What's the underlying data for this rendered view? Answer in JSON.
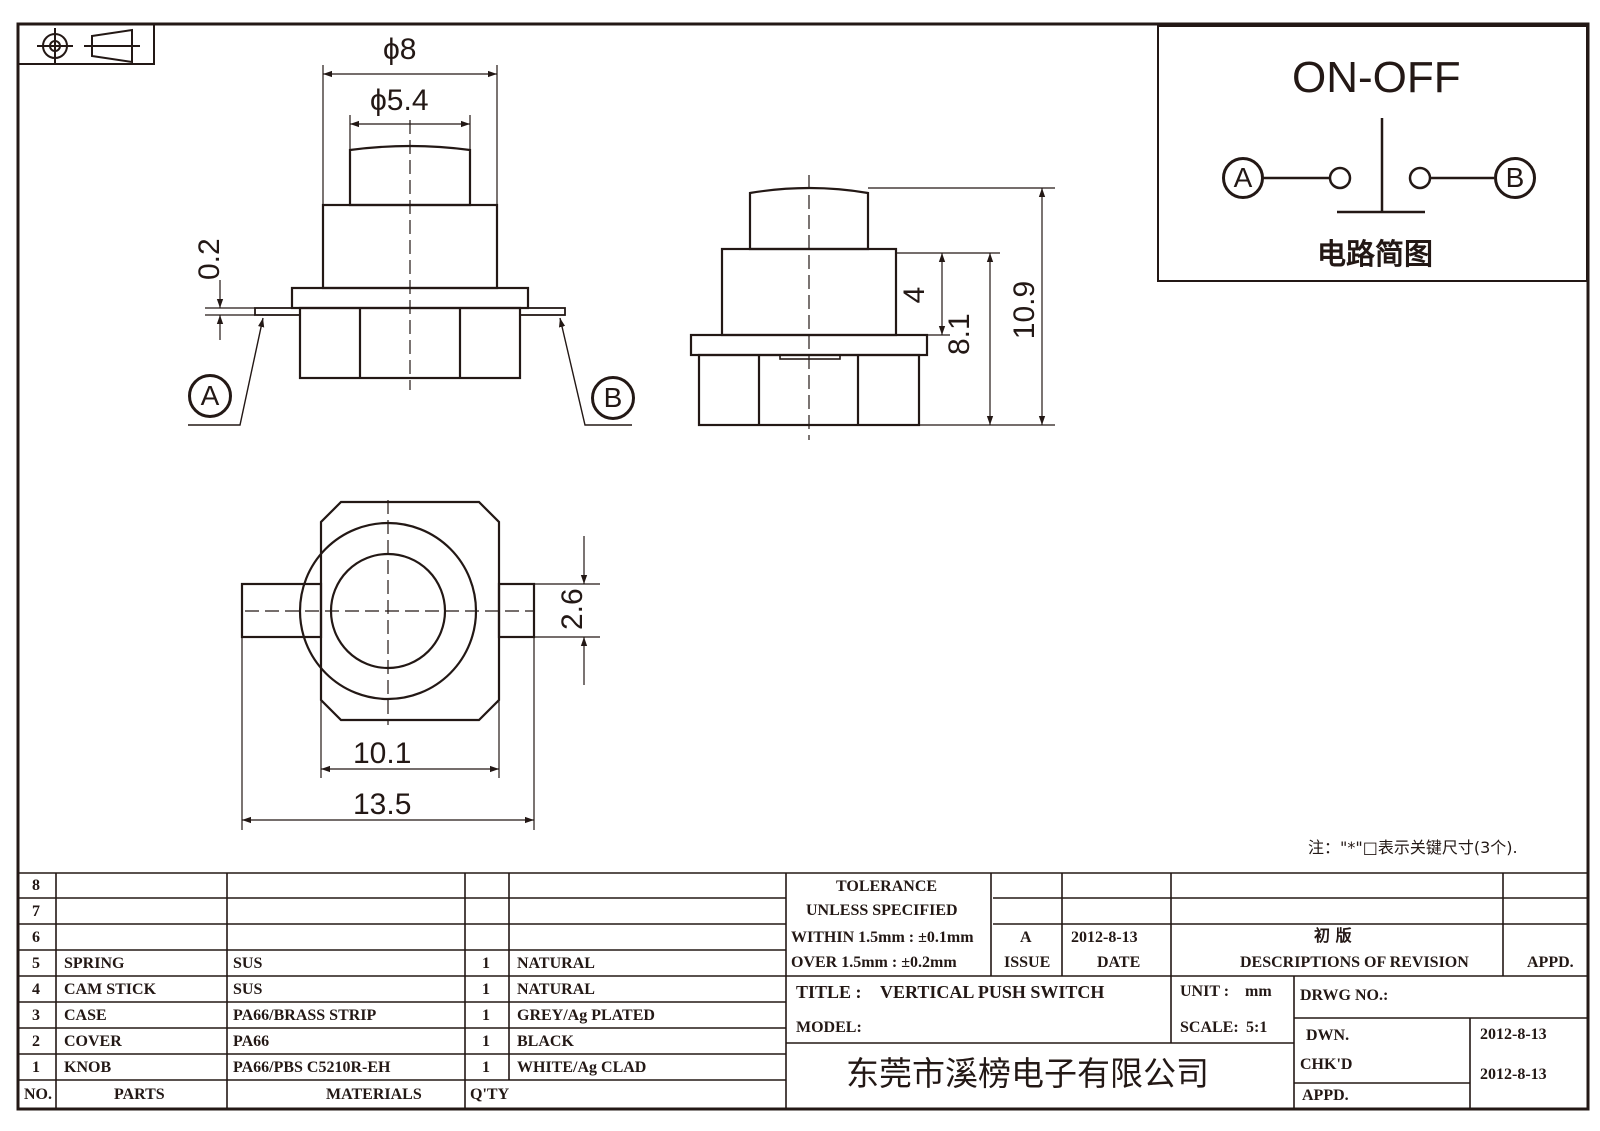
{
  "dimensions": {
    "top_outer_diameter": "ϕ8",
    "top_inner_diameter": "ϕ5.4",
    "terminal_height": "0.2",
    "side_upper_height": "4",
    "side_mid_height": "8.1",
    "side_total_height": "10.9",
    "bottom_tab_width": "2.6",
    "bottom_body_width": "10.1",
    "bottom_total_width": "13.5"
  },
  "terminals": {
    "a": "A",
    "b": "B"
  },
  "circuit": {
    "title": "ON-OFF",
    "caption": "电路简图",
    "left": "A",
    "right": "B"
  },
  "note": "注：\"*\"□表示关键尺寸(3个).",
  "tolerance": {
    "line1": "TOLERANCE",
    "line2": "UNLESS  SPECIFIED",
    "line3": "WITHIN 1.5mm : ±0.1mm",
    "line4": "OVER 1.5mm : ±0.2mm"
  },
  "revision": {
    "issue": "A",
    "date": "2012-8-13",
    "description": "初  版",
    "issue_header": "ISSUE",
    "date_header": "DATE",
    "desc_header": "DESCRIPTIONS OF REVISION",
    "appd_header": "APPD."
  },
  "title_block": {
    "title_label": "TITLE :",
    "title": "VERTICAL PUSH SWITCH",
    "unit_label": "UNIT :",
    "unit": "mm",
    "drwg_label": "DRWG NO.:",
    "model_label": "MODEL:",
    "scale_label": "SCALE:",
    "scale": "5:1",
    "dwn_label": "DWN.",
    "dwn_date": "2012-8-13",
    "chkd_label": "CHK'D",
    "chkd_date": "2012-8-13",
    "appd_label": "APPD.",
    "company": "东莞市溪榜电子有限公司"
  },
  "bom": {
    "headers": {
      "no": "NO.",
      "parts": "PARTS",
      "materials": "MATERIALS",
      "qty": "Q'TY"
    },
    "rows": [
      {
        "no": "8",
        "part": "",
        "material": "",
        "qty": "",
        "finish": ""
      },
      {
        "no": "7",
        "part": "",
        "material": "",
        "qty": "",
        "finish": ""
      },
      {
        "no": "6",
        "part": "",
        "material": "",
        "qty": "",
        "finish": ""
      },
      {
        "no": "5",
        "part": "SPRING",
        "material": "SUS",
        "qty": "1",
        "finish": "NATURAL"
      },
      {
        "no": "4",
        "part": "CAM STICK",
        "material": "SUS",
        "qty": "1",
        "finish": "NATURAL"
      },
      {
        "no": "3",
        "part": "CASE",
        "material": "PA66/BRASS STRIP",
        "qty": "1",
        "finish": "GREY/Ag PLATED"
      },
      {
        "no": "2",
        "part": "COVER",
        "material": "PA66",
        "qty": "1",
        "finish": "BLACK"
      },
      {
        "no": "1",
        "part": "KNOB",
        "material": "PA66/PBS C5210R-EH",
        "qty": "1",
        "finish": "WHITE/Ag CLAD"
      }
    ]
  }
}
